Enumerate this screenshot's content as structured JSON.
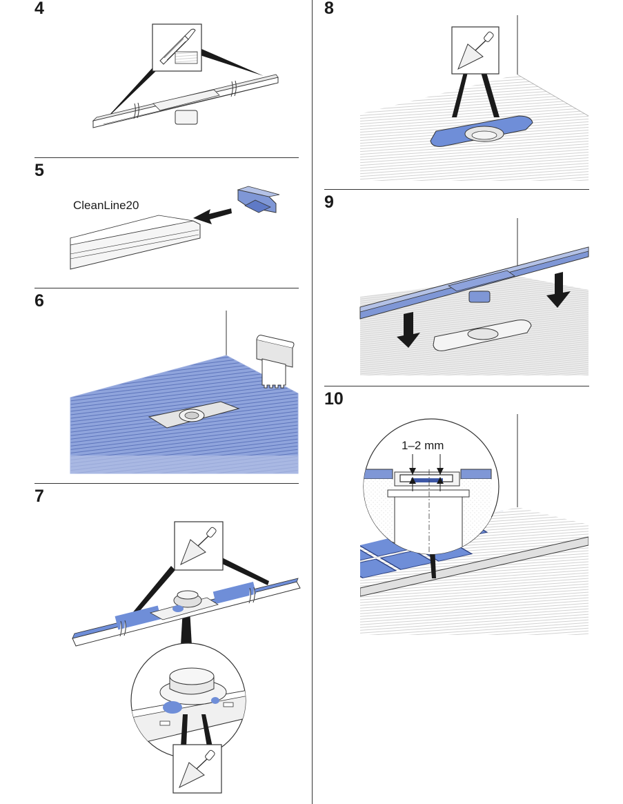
{
  "steps": [
    {
      "number": "4"
    },
    {
      "number": "5",
      "product_label": "CleanLine20"
    },
    {
      "number": "6"
    },
    {
      "number": "7"
    },
    {
      "number": "8"
    },
    {
      "number": "9"
    },
    {
      "number": "10",
      "gap_label": "1–2 mm"
    }
  ],
  "colors": {
    "accent_blue": "#7f97d6",
    "accent_blue_dark": "#3d57a6",
    "accent_blue_light": "#b3c1e6",
    "tile_blue": "#6f8ed8",
    "line_gray": "#333333",
    "hatch_gray": "#c8c8c8"
  },
  "icons": [
    "file-tool-icon",
    "mortar-trowel-icon",
    "notched-trowel-icon",
    "down-arrow-icon",
    "left-arrow-icon"
  ]
}
